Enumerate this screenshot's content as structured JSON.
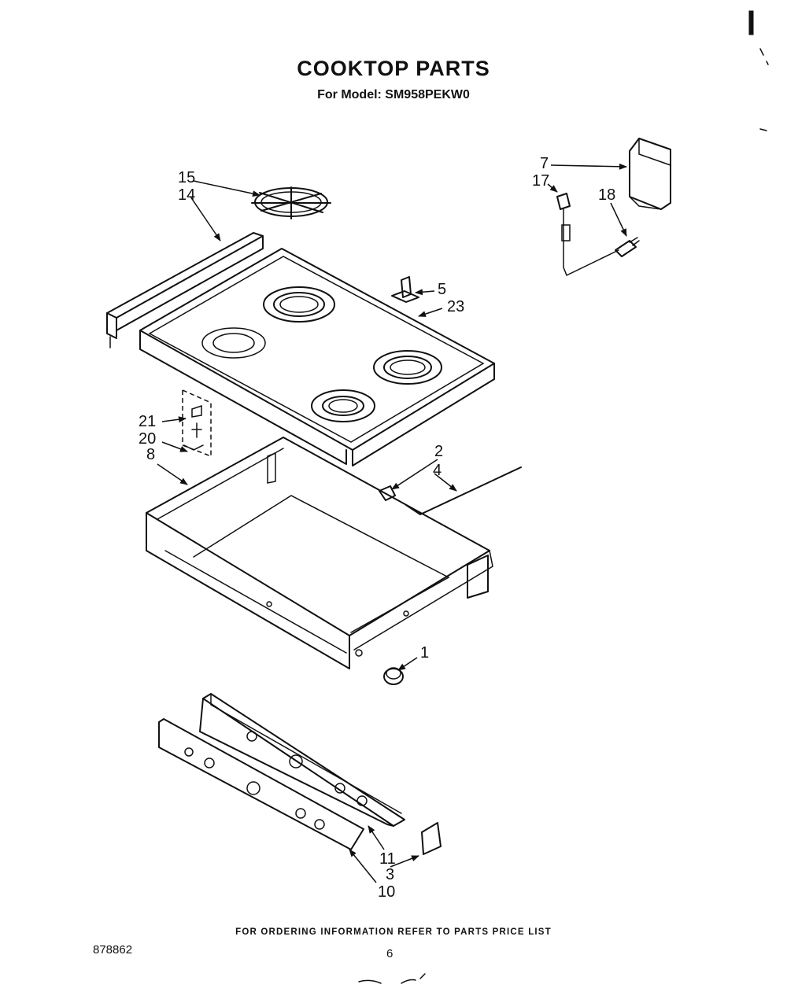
{
  "header": {
    "title": "COOKTOP PARTS",
    "model_line": "For Model: SM958PEKW0"
  },
  "parts": [
    {
      "label": "15",
      "part": "grate"
    },
    {
      "label": "14",
      "part": "rear-trim"
    },
    {
      "label": "7",
      "part": "terminal-block-cover"
    },
    {
      "label": "17",
      "part": "connector"
    },
    {
      "label": "18",
      "part": "power-cord"
    },
    {
      "label": "5",
      "part": "bracket"
    },
    {
      "label": "23",
      "part": "cooktop"
    },
    {
      "label": "21",
      "part": "switch-mount"
    },
    {
      "label": "20",
      "part": "switch"
    },
    {
      "label": "8",
      "part": "burner-box"
    },
    {
      "label": "2",
      "part": "clip"
    },
    {
      "label": "4",
      "part": "tube"
    },
    {
      "label": "1",
      "part": "plug"
    },
    {
      "label": "11",
      "part": "manifold-panel"
    },
    {
      "label": "3",
      "part": "end-bracket"
    },
    {
      "label": "10",
      "part": "control-panel"
    }
  ],
  "footer": {
    "ordering_note": "FOR ORDERING INFORMATION REFER TO PARTS PRICE LIST",
    "document_number": "878862",
    "page_number": "6"
  }
}
